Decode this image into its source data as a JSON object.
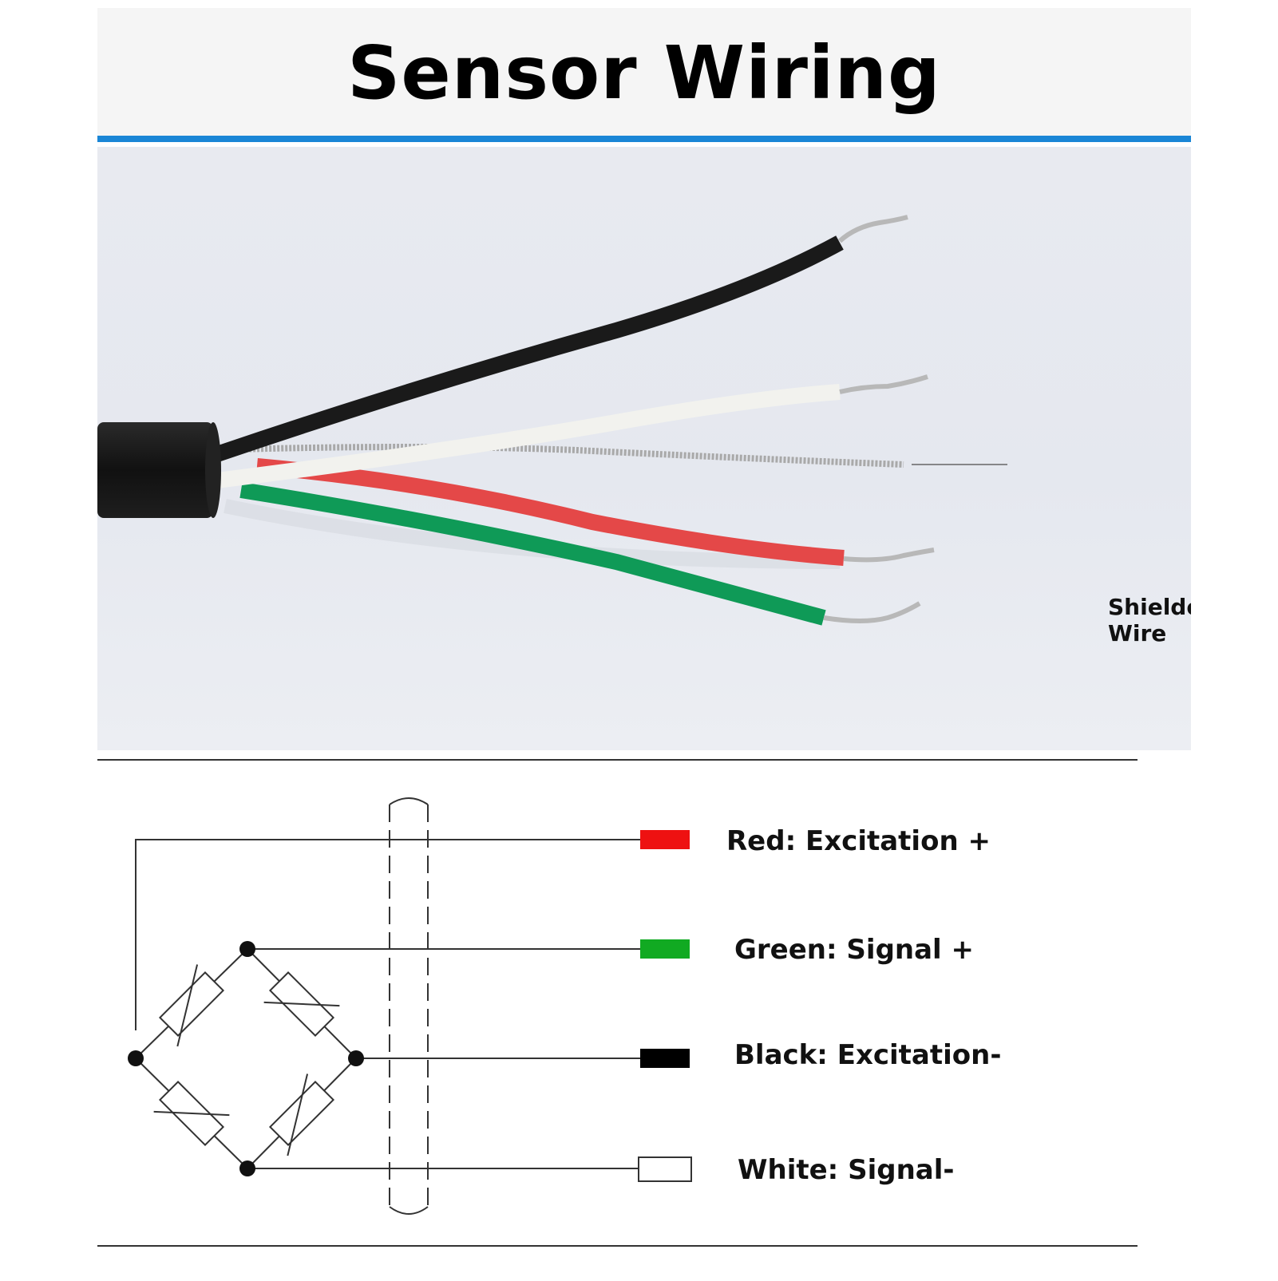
{
  "header": {
    "title": "Sensor Wiring"
  },
  "photo": {
    "callout_label": "Shielded Wire",
    "wires": [
      {
        "name": "black",
        "color": "#1a1a1a"
      },
      {
        "name": "white",
        "color": "#f2f2ee"
      },
      {
        "name": "shield",
        "color": "#a9a9a9"
      },
      {
        "name": "red",
        "color": "#e44848"
      },
      {
        "name": "green",
        "color": "#0f9a57"
      }
    ]
  },
  "legend": [
    {
      "label": "Red: Excitation +",
      "color": "#ee1111"
    },
    {
      "label": "Green: Signal +",
      "color": "#11aa22"
    },
    {
      "label": "Black: Excitation-",
      "color": "#000000"
    },
    {
      "label": "White: Signal-",
      "color": "#ffffff"
    }
  ],
  "colors": {
    "accent_bar": "#1a86d6",
    "header_bg": "#f5f5f5"
  }
}
